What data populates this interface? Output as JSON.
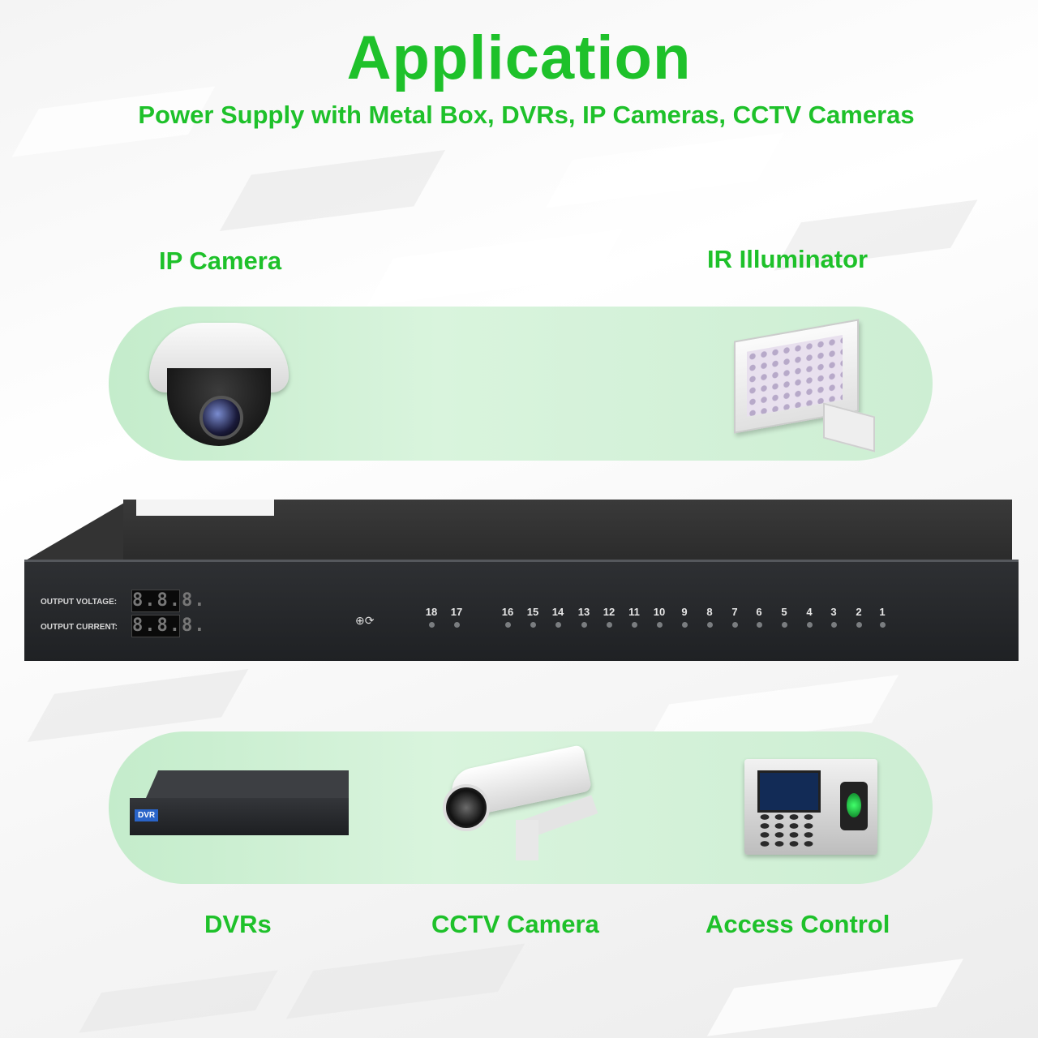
{
  "header": {
    "title": "Application",
    "subtitle": "Power Supply with Metal Box,  DVRs, IP Cameras, CCTV Cameras"
  },
  "top_row": {
    "left_label": "IP Camera",
    "right_label": "IR Illuminator"
  },
  "power_supply": {
    "output_voltage_label": "OUTPUT VOLTAGE:",
    "output_current_label": "OUTPUT CURRENT:",
    "voltage_display": "8.8.8.",
    "current_display": "8.8.8.",
    "adjust_knob_symbol": "⊕⟳",
    "channels": [
      "18",
      "17",
      "16",
      "15",
      "14",
      "13",
      "12",
      "11",
      "10",
      "9",
      "8",
      "7",
      "6",
      "5",
      "4",
      "3",
      "2",
      "1"
    ],
    "dvr_badge": "DVR"
  },
  "bottom_row": {
    "labels": [
      "DVRs",
      "CCTV Camera",
      "Access Control"
    ]
  },
  "colors": {
    "accent_green": "#1ec12a",
    "band_green": "#c4eccb",
    "chassis": "#1f2124"
  },
  "icons": [
    "dome-camera-icon",
    "ir-illuminator-icon",
    "dvr-recorder-icon",
    "cctv-camera-icon",
    "access-control-terminal-icon"
  ]
}
